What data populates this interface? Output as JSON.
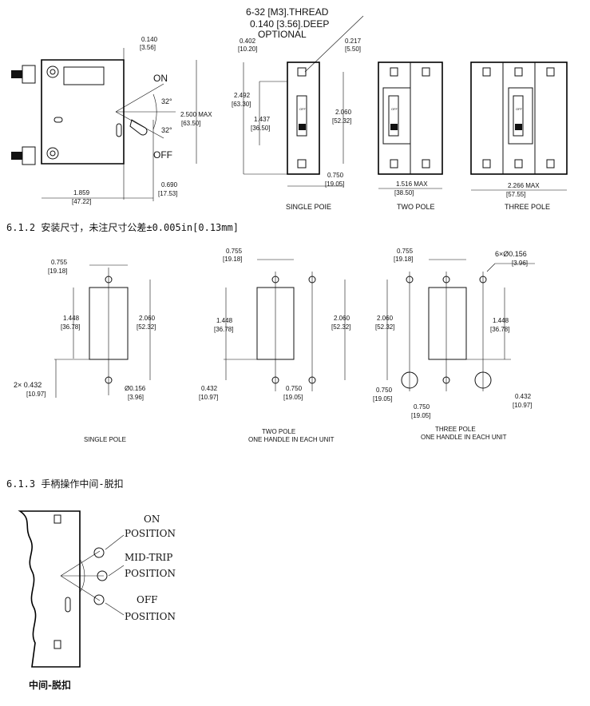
{
  "section1": {
    "side_view": {
      "dim_0140": "0.140",
      "dim_0140_mm": "[3.56]",
      "on": "ON",
      "off": "OFF",
      "angle_top": "32°",
      "angle_bottom": "32°",
      "dim_height": "2.500 MAX",
      "dim_height_mm": "[63.50]",
      "dim_1859": "1.859",
      "dim_1859_mm": "[47.22]",
      "dim_0690": "0.690",
      "dim_0690_mm": "[17.53]"
    },
    "thread_note": [
      "6-32 [M3].THREAD",
      "0.140 [3.56].DEEP",
      "OPTIONAL"
    ],
    "single_pole": {
      "dim_0402": "0.402",
      "dim_0402_mm": "[10.20]",
      "dim_0217": "0.217",
      "dim_0217_mm": "[5.50]",
      "dim_2492": "2.492",
      "dim_2492_mm": "[63.30]",
      "dim_1437": "1.437",
      "dim_1437_mm": "[36.50]",
      "dim_2060": "2.060",
      "dim_2060_mm": "[52.32]",
      "dim_0750": "0.750",
      "dim_0750_mm": "[19.05]",
      "toggle": "OFF",
      "label": "SINGLE POIE"
    },
    "two_pole": {
      "dim_width": "1.516 MAX",
      "dim_width_mm": "[38.50]",
      "toggle": "OFF",
      "label": "TWO POLE"
    },
    "three_pole": {
      "dim_width": "2.266 MAX",
      "dim_width_mm": "[57.55]",
      "toggle": "OFF",
      "label": "THREE POLE"
    }
  },
  "section2": {
    "heading": "6.1.2 安装尺寸，未注尺寸公差±0.005in[0.13mm]",
    "single": {
      "dim_0755": "0.755",
      "dim_0755_mm": "[19.18]",
      "dim_1448": "1.448",
      "dim_1448_mm": "[36.78]",
      "dim_2060": "2.060",
      "dim_2060_mm": "[52.32]",
      "dim_0432": "2× 0.432",
      "dim_0432_mm": "[10.97]",
      "hole": "Ø0.156",
      "hole_mm": "[3.96]",
      "label": "SINGLE POLE"
    },
    "two": {
      "dim_0755": "0.755",
      "dim_0755_mm": "[19.18]",
      "dim_1448": "1.448",
      "dim_1448_mm": "[36.78]",
      "dim_2060": "2.060",
      "dim_2060_mm": "[52.32]",
      "dim_0432": "0.432",
      "dim_0432_mm": "[10.97]",
      "dim_0750": "0.750",
      "dim_0750_mm": "[19.05]",
      "label1": "TWO POLE",
      "label2": "ONE HANDLE IN EACH UNIT"
    },
    "three": {
      "dim_0755": "0.755",
      "dim_0755_mm": "[19.18]",
      "hole": "6×Ø0.156",
      "hole_mm": "[3.96]",
      "dim_2060": "2.060",
      "dim_2060_mm": "[52.32]",
      "dim_1448": "1.448",
      "dim_1448_mm": "[36.78]",
      "dim_0750a": "0.750",
      "dim_0750a_mm": "[19.05]",
      "dim_0750b": "0.750",
      "dim_0750b_mm": "[19.05]",
      "dim_0432": "0.432",
      "dim_0432_mm": "[10.97]",
      "label1": "THREE POLE",
      "label2": "ONE HANDLE IN EACH UNIT"
    }
  },
  "section3": {
    "heading": "6.1.3  手柄操作中间-脱扣",
    "on": [
      "ON",
      "POSITION"
    ],
    "mid": [
      "MID-TRIP",
      "POSITION"
    ],
    "off": [
      "OFF",
      "POSITION"
    ],
    "caption": "中间-脱扣"
  }
}
